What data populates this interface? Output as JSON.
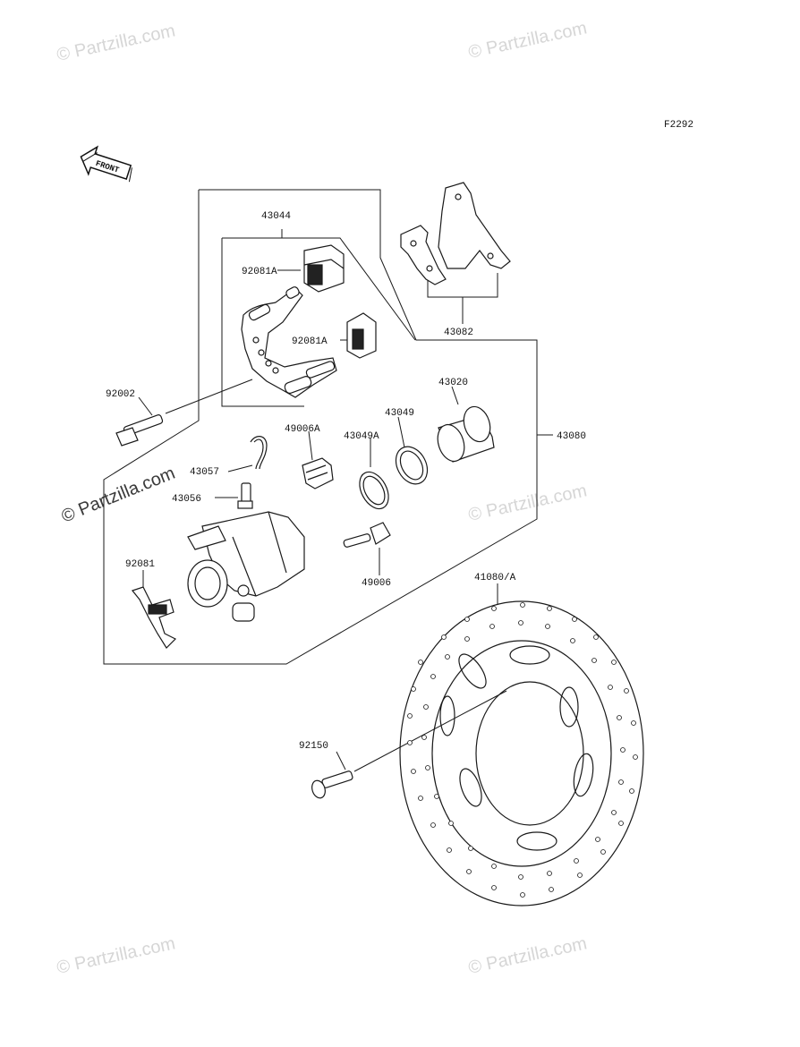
{
  "diagram": {
    "code": "F2292",
    "front_label": "FRONT",
    "watermark_text": "© Partzilla.com",
    "parts": {
      "p43044": "43044",
      "p92081A_1": "92081A",
      "p92081A_2": "92081A",
      "p43082": "43082",
      "p92002": "92002",
      "p43020": "43020",
      "p43049": "43049",
      "p49006A": "49006A",
      "p43049A": "43049A",
      "p43080": "43080",
      "p43057": "43057",
      "p43056": "43056",
      "p92081": "92081",
      "p49006": "49006",
      "p41080A": "41080/A",
      "p92150": "92150"
    }
  },
  "colors": {
    "line": "#1a1a1a",
    "watermark": "#d6d6d6"
  }
}
